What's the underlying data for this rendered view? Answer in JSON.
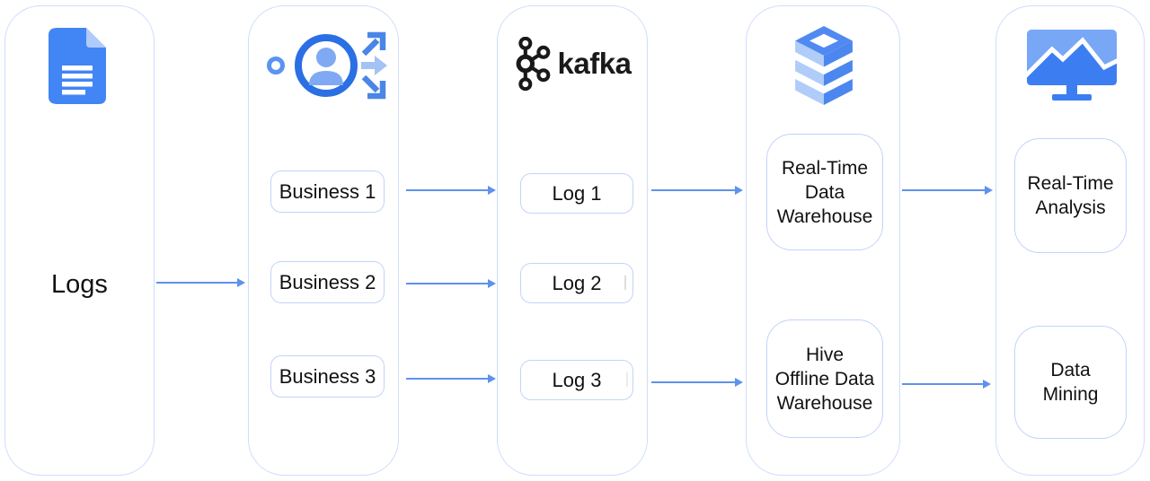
{
  "colors": {
    "container-border": "#cfdefb",
    "box-border": "#c2d4f9",
    "arrow": "#5f91ee",
    "text": "#111111"
  },
  "pipeline": {
    "source": {
      "label": "Logs"
    },
    "business": {
      "items": [
        "Business 1",
        "Business 2",
        "Business 3"
      ]
    },
    "kafka": {
      "wordmark": "kafka",
      "items": [
        "Log 1",
        "Log 2",
        "Log 3"
      ]
    },
    "warehouse": {
      "items": [
        "Real-Time\nData\nWarehouse",
        "Hive\nOffline Data\nWarehouse"
      ]
    },
    "analysis": {
      "items": [
        "Real-Time\nAnalysis",
        "Data\nMining"
      ]
    }
  },
  "icons": {
    "document-icon": "blue document file with white text lines",
    "user-distribution-icon": "user in circle fanning out arrows",
    "kafka-logo-icon": "kafka connected-nodes mark",
    "stacked-data-warehouse-icon": "isometric stacked blue layers",
    "monitor-analytics-icon": "monitor screen with mountain line chart"
  }
}
